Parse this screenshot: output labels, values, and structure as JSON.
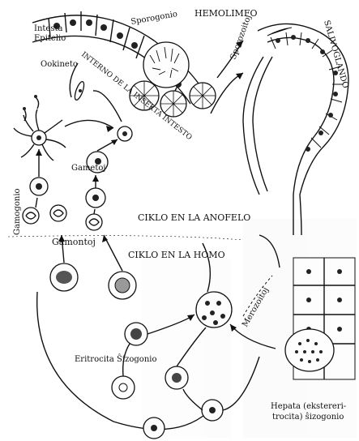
{
  "diagram": {
    "labels": {
      "hemolimfo": "HEMOLIMFO",
      "salivoglando": "SALIVOGLANDO",
      "intesta_epitelio_1": "Intesta",
      "intesta_epitelio_2": "Epitelio",
      "sporogonio": "Sporogonio",
      "sporozoitoj": "Sporozoitoj",
      "ookineto": "Ookineto",
      "interno": "INTERNO DE LA INSEKTA INTESTO",
      "gametoj": "Gametoj",
      "gamogonio": "Gamogonio",
      "ciklo_anofelo": "CIKLO EN LA ANOFELO",
      "gamontoj": "Gamontoj",
      "ciklo_homo": "CIKLO EN LA HOMO",
      "merozoitoj": "Merozoitoj",
      "eritrocita": "Eritrocita Ŝizogonio",
      "hepata_1": "Hepata (ekstereri-",
      "hepata_2": "trocita) ŝizogonio"
    },
    "colors": {
      "ink": "#111111",
      "paper": "#ffffff",
      "bleed": "#9a9a9a"
    }
  }
}
